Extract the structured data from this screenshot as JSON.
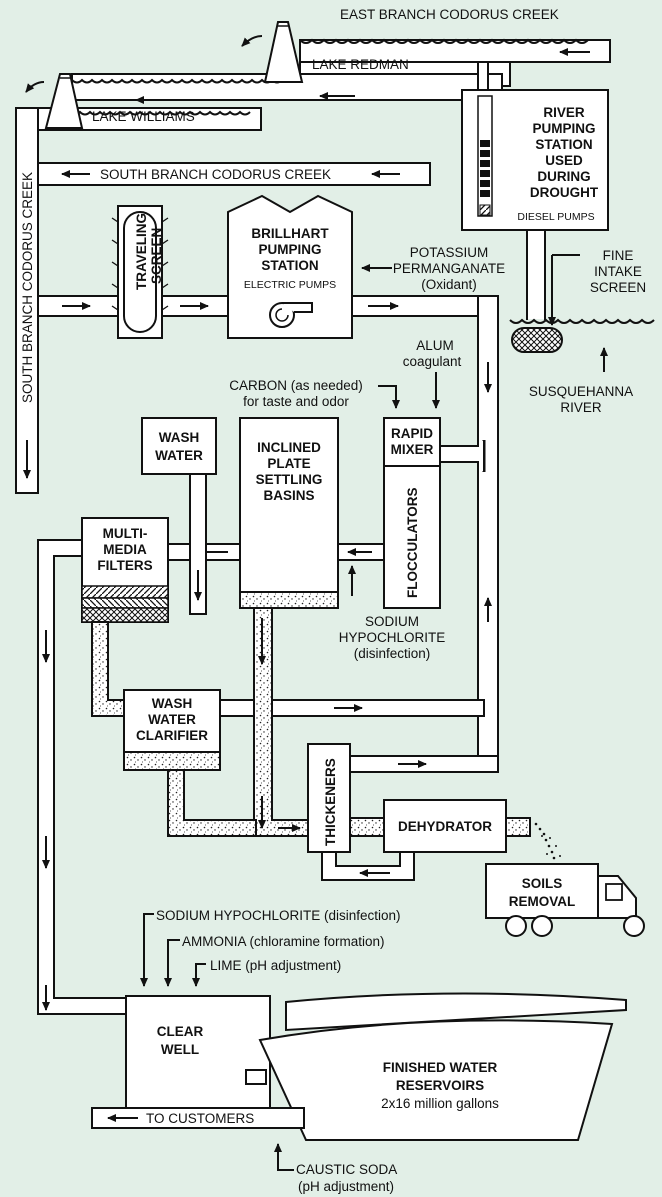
{
  "diagram": {
    "background_color": "#e2efe7",
    "sources": {
      "east_branch": "EAST BRANCH CODORUS CREEK",
      "lake_redman": "LAKE REDMAN",
      "lake_williams": "LAKE WILLIAMS",
      "south_branch_horizontal": "SOUTH BRANCH CODORUS CREEK",
      "south_branch_vertical": "SOUTH BRANCH CODORUS CREEK",
      "susquehanna": [
        "SUSQUEHANNA",
        "RIVER"
      ],
      "fine_intake_screen": [
        "FINE",
        "INTAKE",
        "SCREEN"
      ]
    },
    "river_pumping_station": {
      "lines": [
        "RIVER",
        "PUMPING",
        "STATION",
        "USED",
        "DURING",
        "DROUGHT"
      ],
      "sublabel": "DIESEL PUMPS"
    },
    "traveling_screen": [
      "TRAVELING",
      "SCREEN"
    ],
    "brillhart": {
      "lines": [
        "BRILLHART",
        "PUMPING",
        "STATION"
      ],
      "sublabel": "ELECTRIC PUMPS"
    },
    "chemicals": {
      "potassium": [
        "POTASSIUM",
        "PERMANGANATE",
        "(Oxidant)"
      ],
      "alum": [
        "ALUM",
        "coagulant"
      ],
      "carbon": [
        "CARBON (as needed)",
        "for taste and odor"
      ],
      "sodium_settling": [
        "SODIUM",
        "HYPOCHLORITE",
        "(disinfection)"
      ],
      "sodium_clearwell": "SODIUM HYPOCHLORITE (disinfection)",
      "ammonia": "AMMONIA (chloramine formation)",
      "lime": "LIME (pH adjustment)",
      "caustic": [
        "CAUSTIC SODA",
        "(pH adjustment)"
      ]
    },
    "units": {
      "rapid_mixer": [
        "RAPID",
        "MIXER"
      ],
      "flocculators": "FLOCCULATORS",
      "settling": [
        "INCLINED",
        "PLATE",
        "SETTLING",
        "BASINS"
      ],
      "wash_water": [
        "WASH",
        "WATER"
      ],
      "filters": [
        "MULTI-",
        "MEDIA",
        "FILTERS"
      ],
      "clarifier": [
        "WASH",
        "WATER",
        "CLARIFIER"
      ],
      "thickeners": "THICKENERS",
      "dehydrator": "DEHYDRATOR",
      "soils_removal": [
        "SOILS",
        "REMOVAL"
      ],
      "clear_well": [
        "CLEAR",
        "WELL"
      ],
      "reservoirs": [
        "FINISHED WATER",
        "RESERVOIRS",
        "2x16 million gallons"
      ]
    },
    "to_customers": "TO CUSTOMERS"
  }
}
